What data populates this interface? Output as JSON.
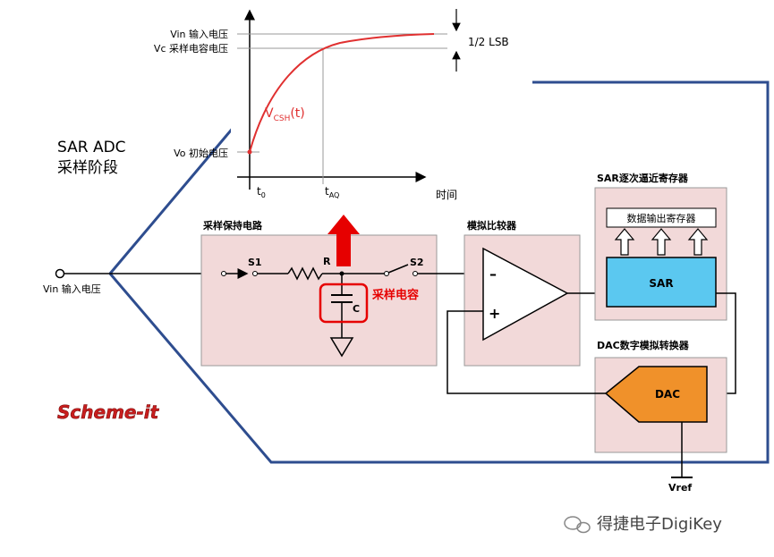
{
  "stage": {
    "title_line1": "SAR ADC",
    "title_line2": "采样阶段"
  },
  "input": {
    "label": "Vin 输入电压"
  },
  "sample_hold": {
    "title": "采样保持电路",
    "s1": "S1",
    "r": "R",
    "s2": "S2",
    "c": "C",
    "cap_label": "采样电容"
  },
  "comparator": {
    "title": "模拟比较器",
    "minus": "–",
    "plus": "+"
  },
  "sar": {
    "title": "SAR逐次逼近寄存器",
    "output_register": "数据输出寄存器",
    "block": "SAR"
  },
  "dac": {
    "title": "DAC数字模拟转换器",
    "block": "DAC",
    "vref": "Vref"
  },
  "graph": {
    "vin_label": "Vin 输入电压",
    "vc_label": "Vc 采样电容电压",
    "vo_label": "Vo 初始电压",
    "curve_label_main": "V",
    "curve_label_sub": "CSH",
    "curve_label_tail": "(t)",
    "lsb_label": "1/2 LSB",
    "t0_main": "t",
    "t0_sub": "0",
    "taq_main": "t",
    "taq_sub": "AQ",
    "time_axis": "时间"
  },
  "branding": {
    "logo": "Scheme-it",
    "watermark": "得捷电子DigiKey"
  },
  "colors": {
    "frame": "#2e4d8f",
    "block_fill": "#f2d9d9",
    "block_stroke": "#999999",
    "sar_fill": "#5bc8f0",
    "dac_fill": "#f0912a",
    "highlight": "#e60000",
    "curve": "#e03030"
  }
}
